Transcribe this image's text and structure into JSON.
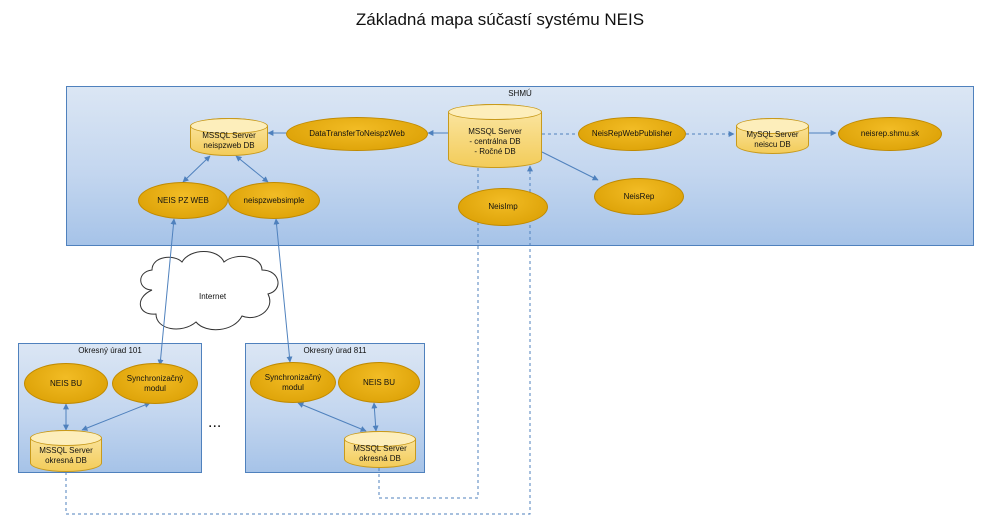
{
  "title": "Základná mapa súčastí systému NEIS",
  "panels": {
    "shmu": "SHMÚ",
    "okres101": "Okresný úrad 101",
    "okres811": "Okresný úrad 811"
  },
  "nodes": {
    "mssql_neispzweb": "MSSQL Server\nneispzweb DB",
    "data_transfer": "DataTransferToNeispzWeb",
    "mssql_central_title": "MSSQL Server",
    "mssql_central_item1": "-     centrálna DB",
    "mssql_central_item2": "-     Ročné DB",
    "neisrep_webpublisher": "NeisRepWebPublisher",
    "mysql_neiscu": "MySQL Server\nneiscu DB",
    "neisrep_shmu": "neisrep.shmu.sk",
    "neis_pz_web": "NEIS PZ WEB",
    "neispzwebsimple": "neispzwebsimple",
    "neisimp": "NeisImp",
    "neisrep": "NeisRep",
    "neis_bu_101": "NEIS BU",
    "sync_101": "Synchronizačný\nmodul",
    "mssql_okres_101": "MSSQL Server\nokresná DB",
    "sync_811": "Synchronizačný\nmodul",
    "neis_bu_811": "NEIS BU",
    "mssql_okres_811": "MSSQL Server\nokresná DB"
  },
  "cloud": "Internet",
  "ellipsis": "...",
  "colors": {
    "node_fill": "#e0a400",
    "db_fill": "#f6d77a",
    "panel_fill": "#c3d6ef",
    "line": "#4f81bd"
  }
}
